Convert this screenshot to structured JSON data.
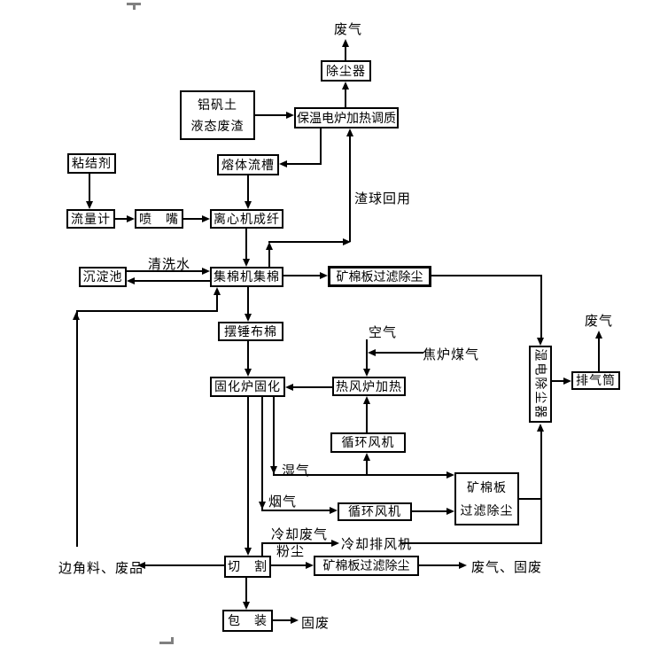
{
  "diagram": {
    "type": "flowchart",
    "background": "#ffffff",
    "line_color": "#000000",
    "margin_mark_color": "#808080"
  },
  "nodes": {
    "bauxite_line1": "铝矾土",
    "bauxite_line2": "液态废渣",
    "furnace": "保温电炉加热调质",
    "dust_collector": "除尘器",
    "melt_channel": "熔体流槽",
    "binder": "粘结剂",
    "flow_meter": "流量计",
    "nozzle": "喷　嘴",
    "centrifuge": "离心机成纤",
    "settling_pool": "沉淀池",
    "cotton_collector": "集棉机集棉",
    "filter_top": "矿棉板过滤除尘",
    "pendulum": "摆锤布棉",
    "curing_furnace": "固化炉固化",
    "hot_blast_stove": "热风炉加热",
    "circulating_fan_1": "循环风机",
    "circulating_fan_2": "循环风机",
    "filter_mid_line1": "矿棉板",
    "filter_mid_line2": "过滤除尘",
    "cooling_exhaust_fan": "冷却排风机",
    "cutting": "切　割",
    "filter_bottom": "矿棉板过滤除尘",
    "packaging": "包　装",
    "wet_esp": "湿电除尘器",
    "exhaust_stack": "排气筒"
  },
  "labels": {
    "waste_gas_top": "废气",
    "slag_ball_recycle": "渣球回用",
    "washing_water": "清洗水",
    "air": "空气",
    "coke_oven_gas": "焦炉煤气",
    "wet_gas": "湿气",
    "flue_gas": "烟气",
    "cooling_waste_gas": "冷却废气",
    "dust": "粉尘",
    "scrap_waste": "边角料、废品",
    "waste_gas_solid_waste": "废气、固废",
    "solid_waste": "固废",
    "waste_gas_right": "废气"
  }
}
